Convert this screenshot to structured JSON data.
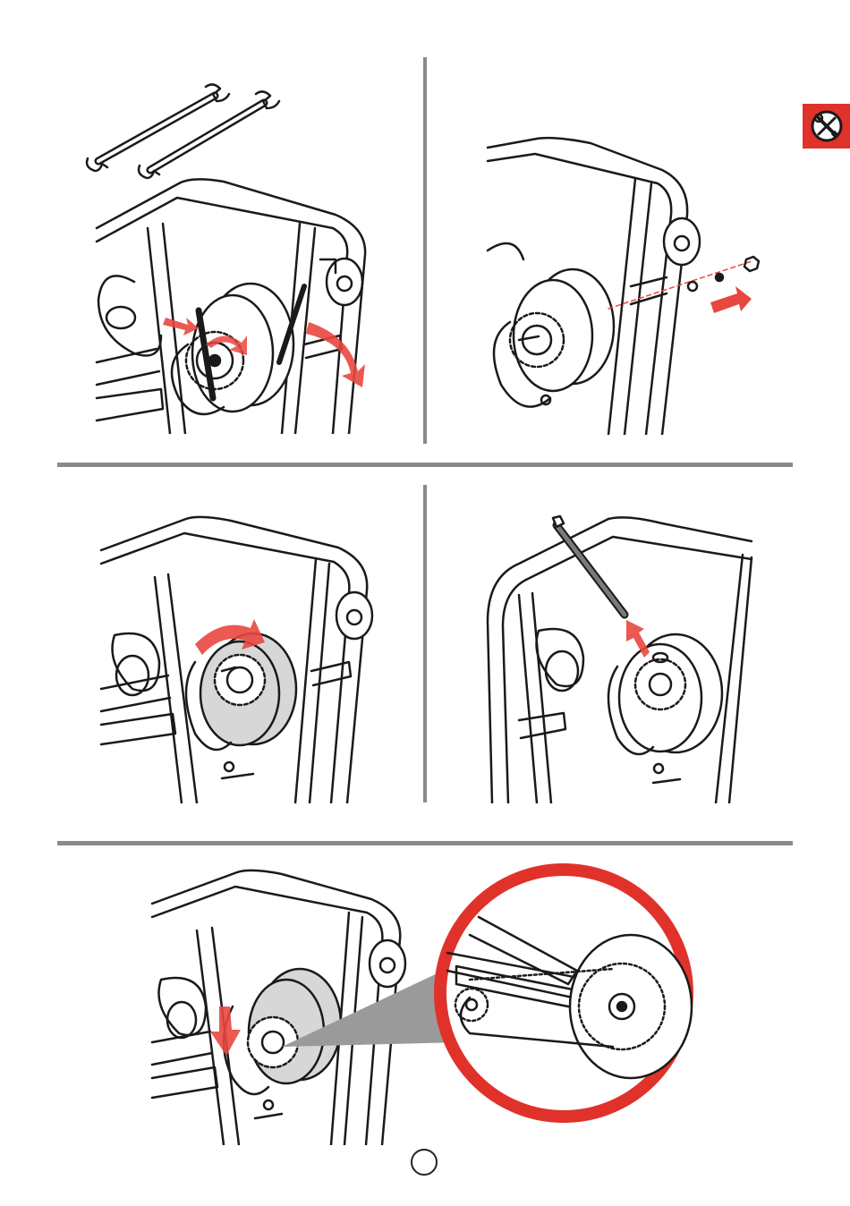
{
  "page": {
    "page_number": ""
  },
  "colors": {
    "accent": "#e0322b",
    "line": "#1a1a1a",
    "divider": "#8a8a8a",
    "arrow_red": "#e8473f",
    "wheel_fill": "#d7d7d7",
    "callout_grey": "#9a9a9a"
  },
  "icons": {
    "badge": "wrench-screwdriver-icon",
    "wrenches": "open-end-wrench-icon"
  },
  "steps": [
    {
      "id": "step-1",
      "action": "loosen-axle-nut"
    },
    {
      "id": "step-2",
      "action": "remove-nut-and-washers"
    },
    {
      "id": "step-3",
      "action": "rotate-wheel-off-chain"
    },
    {
      "id": "step-4",
      "action": "pull-out-axle"
    },
    {
      "id": "step-5",
      "action": "reinstall-and-tension-chain"
    }
  ]
}
